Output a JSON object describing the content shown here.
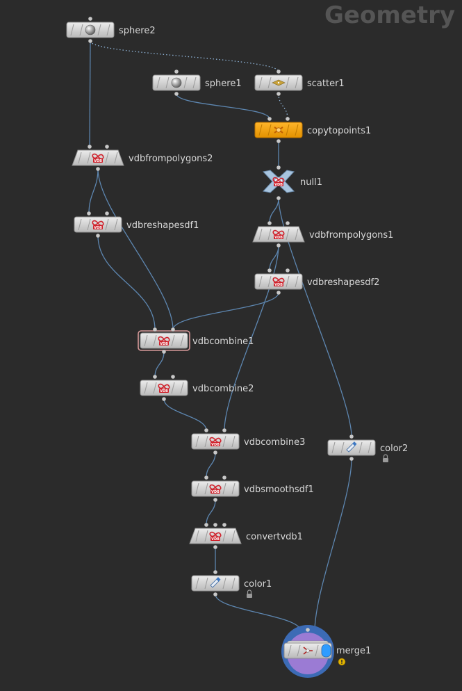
{
  "context": {
    "title": "Geometry"
  },
  "nodes": [
    {
      "id": "sphere2",
      "label": "sphere2",
      "kind": "sphere",
      "icon": "sphere-icon"
    },
    {
      "id": "sphere1",
      "label": "sphere1",
      "kind": "sphere",
      "icon": "sphere-icon"
    },
    {
      "id": "scatter1",
      "label": "scatter1",
      "kind": "scatter",
      "icon": "scatter-icon"
    },
    {
      "id": "copytopoints1",
      "label": "copytopoints1",
      "kind": "copy",
      "icon": "copy-to-points-icon",
      "color": "#f5a30a"
    },
    {
      "id": "null1",
      "label": "null1",
      "kind": "null",
      "icon": "null-icon"
    },
    {
      "id": "vdbfrompolygons2",
      "label": "vdbfrompolygons2",
      "kind": "vdb-trap",
      "icon": "vdb-icon"
    },
    {
      "id": "vdbreshapesdf1",
      "label": "vdbreshapesdf1",
      "kind": "vdb",
      "icon": "vdb-icon"
    },
    {
      "id": "vdbfrompolygons1",
      "label": "vdbfrompolygons1",
      "kind": "vdb-trap",
      "icon": "vdb-icon"
    },
    {
      "id": "vdbreshapesdf2",
      "label": "vdbreshapesdf2",
      "kind": "vdb",
      "icon": "vdb-icon"
    },
    {
      "id": "vdbcombine1",
      "label": "vdbcombine1",
      "kind": "vdb",
      "icon": "vdb-icon",
      "selected": true
    },
    {
      "id": "vdbcombine2",
      "label": "vdbcombine2",
      "kind": "vdb",
      "icon": "vdb-icon"
    },
    {
      "id": "vdbcombine3",
      "label": "vdbcombine3",
      "kind": "vdb",
      "icon": "vdb-icon"
    },
    {
      "id": "color2",
      "label": "color2",
      "kind": "color",
      "icon": "color-icon",
      "locked": true
    },
    {
      "id": "vdbsmoothsdf1",
      "label": "vdbsmoothsdf1",
      "kind": "vdb",
      "icon": "vdb-icon"
    },
    {
      "id": "convertvdb1",
      "label": "convertvdb1",
      "kind": "vdb-trap",
      "icon": "vdb-icon"
    },
    {
      "id": "color1",
      "label": "color1",
      "kind": "color",
      "icon": "color-icon",
      "locked": true
    },
    {
      "id": "merge1",
      "label": "merge1",
      "kind": "merge",
      "icon": "merge-icon",
      "display": true,
      "warning": true
    }
  ],
  "connections": [
    {
      "from": "sphere2",
      "to": "vdbfrompolygons2"
    },
    {
      "from": "sphere2",
      "to": "scatter1",
      "style": "dotted"
    },
    {
      "from": "sphere1",
      "to": "copytopoints1"
    },
    {
      "from": "scatter1",
      "to": "copytopoints1",
      "style": "dotted"
    },
    {
      "from": "copytopoints1",
      "to": "null1"
    },
    {
      "from": "vdbfrompolygons2",
      "to": "vdbreshapesdf1"
    },
    {
      "from": "vdbfrompolygons2",
      "to": "vdbcombine1"
    },
    {
      "from": "null1",
      "to": "vdbfrompolygons1"
    },
    {
      "from": "null1",
      "to": "color2"
    },
    {
      "from": "vdbfrompolygons1",
      "to": "vdbreshapesdf2"
    },
    {
      "from": "vdbfrompolygons1",
      "to": "vdbcombine3"
    },
    {
      "from": "vdbreshapesdf1",
      "to": "vdbcombine1"
    },
    {
      "from": "vdbreshapesdf2",
      "to": "vdbcombine1"
    },
    {
      "from": "vdbcombine1",
      "to": "vdbcombine2"
    },
    {
      "from": "vdbcombine2",
      "to": "vdbcombine3"
    },
    {
      "from": "vdbcombine3",
      "to": "vdbsmoothsdf1"
    },
    {
      "from": "vdbsmoothsdf1",
      "to": "convertvdb1"
    },
    {
      "from": "convertvdb1",
      "to": "color1"
    },
    {
      "from": "color1",
      "to": "merge1"
    },
    {
      "from": "color2",
      "to": "merge1"
    }
  ]
}
